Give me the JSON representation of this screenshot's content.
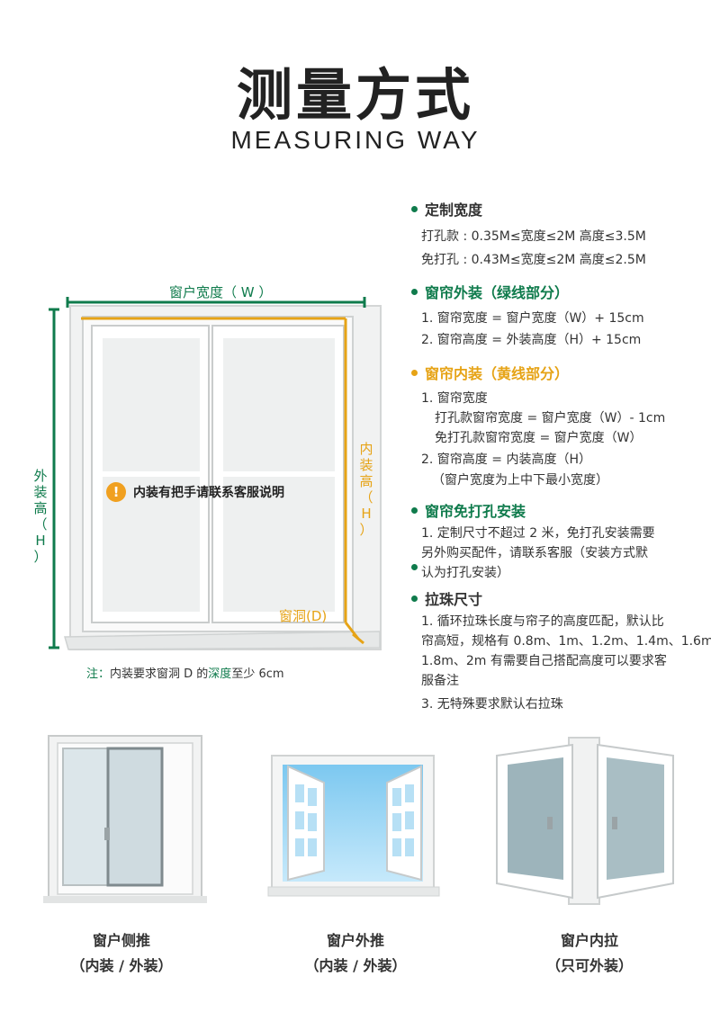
{
  "header": {
    "title_cn": "测量方式",
    "title_en": "MEASURING WAY"
  },
  "diagram": {
    "width_label": "窗户宽度（ W ）",
    "outer_height_chars": [
      "外",
      "装",
      "高",
      "（",
      "H",
      "）"
    ],
    "inner_height_chars": [
      "内",
      "装",
      "高",
      "（",
      "H",
      "）"
    ],
    "hole_label": "窗洞(D)",
    "notice_icon": "!",
    "notice_text": "内装有把手请联系客服说明",
    "note_prefix": "注：",
    "note_mid": "内装要求窗洞 D 的",
    "note_highlight": "深度",
    "note_suffix": "至少 6cm",
    "colors": {
      "green": "#0f7b4c",
      "yellow": "#e6a316"
    }
  },
  "right": {
    "custom_width": {
      "heading": "定制宽度",
      "line1": "打孔款 : 0.35M≤宽度≤2M  高度≤3.5M",
      "line2": "免打孔 : 0.43M≤宽度≤2M  高度≤2.5M"
    },
    "outer_install": {
      "heading": "窗帘外装（绿线部分）",
      "line1": "1. 窗帘宽度 = 窗户宽度（W）+ 15cm",
      "line2": "2. 窗帘高度 = 外装高度（H）+ 15cm"
    },
    "inner_install": {
      "heading": "窗帘内装（黄线部分）",
      "line1": "1. 窗帘宽度",
      "line2": "打孔款窗帘宽度 = 窗户宽度（W）- 1cm",
      "line3": "免打孔款窗帘宽度 = 窗户宽度（W）",
      "line4": "2. 窗帘高度 = 内装高度（H）",
      "line5": "（窗户宽度为上中下最小宽度）"
    },
    "no_drill": {
      "heading": "窗帘免打孔安装",
      "line1": "1. 定制尺寸不超过 2 米，免打孔安装需要",
      "line2": "另外购买配件，请联系客服（安装方式默",
      "line3": "认为打孔安装）"
    },
    "bead_chain": {
      "heading": "拉珠尺寸",
      "line1": "1. 循环拉珠长度与帘子的高度匹配，默认比",
      "line2": "帘高短，规格有 0.8m、1m、1.2m、1.4m、1.6m",
      "line3": "1.8m、2m 有需要自己搭配高度可以要求客",
      "line4": "服备注",
      "line5": "3. 无特殊要求默认右拉珠"
    }
  },
  "bottom": [
    {
      "name": "窗户侧推",
      "sub": "（内装 / 外装）"
    },
    {
      "name": "窗户外推",
      "sub": "（内装 / 外装）"
    },
    {
      "name": "窗户内拉",
      "sub": "（只可外装）"
    }
  ]
}
